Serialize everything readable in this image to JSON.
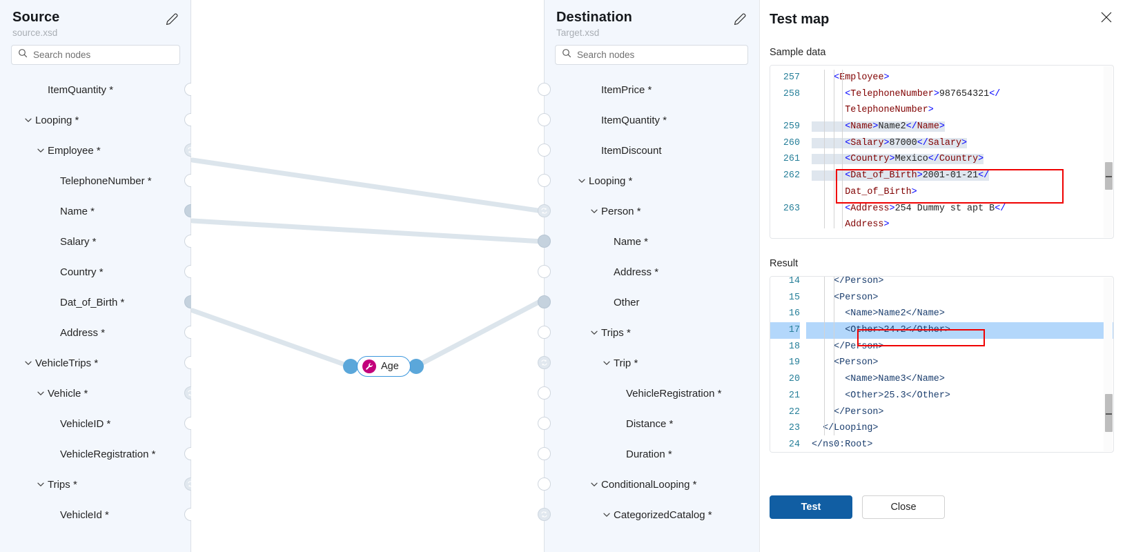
{
  "source_panel": {
    "title": "Source",
    "subtitle": "source.xsd",
    "edit_icon": "pencil-icon",
    "search_placeholder": "Search nodes",
    "nodes": [
      {
        "label": "ItemQuantity *",
        "indent": 1,
        "expandable": false,
        "handle": "empty"
      },
      {
        "label": "Looping *",
        "indent": 0,
        "expandable": true,
        "handle": "empty"
      },
      {
        "label": "Employee *",
        "indent": 1,
        "expandable": true,
        "handle": "loop"
      },
      {
        "label": "TelephoneNumber *",
        "indent": 2,
        "expandable": false,
        "handle": "empty"
      },
      {
        "label": "Name *",
        "indent": 2,
        "expandable": false,
        "handle": "filled"
      },
      {
        "label": "Salary *",
        "indent": 2,
        "expandable": false,
        "handle": "empty"
      },
      {
        "label": "Country *",
        "indent": 2,
        "expandable": false,
        "handle": "empty"
      },
      {
        "label": "Dat_of_Birth *",
        "indent": 2,
        "expandable": false,
        "handle": "filled"
      },
      {
        "label": "Address *",
        "indent": 2,
        "expandable": false,
        "handle": "empty"
      },
      {
        "label": "VehicleTrips *",
        "indent": 0,
        "expandable": true,
        "handle": "empty"
      },
      {
        "label": "Vehicle *",
        "indent": 1,
        "expandable": true,
        "handle": "loop"
      },
      {
        "label": "VehicleID *",
        "indent": 2,
        "expandable": false,
        "handle": "empty"
      },
      {
        "label": "VehicleRegistration *",
        "indent": 2,
        "expandable": false,
        "handle": "empty"
      },
      {
        "label": "Trips *",
        "indent": 1,
        "expandable": true,
        "handle": "loop"
      },
      {
        "label": "VehicleId *",
        "indent": 2,
        "expandable": false,
        "handle": "empty"
      }
    ]
  },
  "destination_panel": {
    "title": "Destination",
    "subtitle": "Target.xsd",
    "edit_icon": "pencil-icon",
    "search_placeholder": "Search nodes",
    "nodes": [
      {
        "label": "ItemPrice *",
        "indent": 1,
        "expandable": false,
        "handle": "empty"
      },
      {
        "label": "ItemQuantity *",
        "indent": 1,
        "expandable": false,
        "handle": "empty"
      },
      {
        "label": "ItemDiscount",
        "indent": 1,
        "expandable": false,
        "handle": "empty"
      },
      {
        "label": "Looping *",
        "indent": 0,
        "expandable": true,
        "handle": "empty"
      },
      {
        "label": "Person *",
        "indent": 1,
        "expandable": true,
        "handle": "loop"
      },
      {
        "label": "Name *",
        "indent": 2,
        "expandable": false,
        "handle": "filled"
      },
      {
        "label": "Address *",
        "indent": 2,
        "expandable": false,
        "handle": "empty"
      },
      {
        "label": "Other",
        "indent": 2,
        "expandable": false,
        "handle": "filled"
      },
      {
        "label": "Trips *",
        "indent": 1,
        "expandable": true,
        "handle": "empty"
      },
      {
        "label": "Trip *",
        "indent": 2,
        "expandable": true,
        "handle": "loop"
      },
      {
        "label": "VehicleRegistration *",
        "indent": 3,
        "expandable": false,
        "handle": "empty"
      },
      {
        "label": "Distance *",
        "indent": 3,
        "expandable": false,
        "handle": "empty"
      },
      {
        "label": "Duration *",
        "indent": 3,
        "expandable": false,
        "handle": "empty"
      },
      {
        "label": "ConditionalLooping *",
        "indent": 1,
        "expandable": true,
        "handle": "empty"
      },
      {
        "label": "CategorizedCatalog *",
        "indent": 2,
        "expandable": true,
        "handle": "loop"
      }
    ]
  },
  "canvas": {
    "function_node": {
      "label": "Age",
      "icon": "wrench-icon",
      "icon_color": "#c2007b",
      "border_color": "#3a96dd",
      "port_color": "#5ba7da"
    },
    "connection_color": "#dce5ec"
  },
  "test_map": {
    "title": "Test map",
    "close_icon": "close-icon",
    "sample_data_label": "Sample data",
    "result_label": "Result",
    "sample_lines": [
      {
        "num": "257",
        "indent": 2,
        "parts": [
          {
            "t": "ang",
            "v": "<"
          },
          {
            "t": "tag",
            "v": "Employee"
          },
          {
            "t": "ang",
            "v": ">"
          }
        ]
      },
      {
        "num": "258",
        "indent": 3,
        "parts": [
          {
            "t": "ang",
            "v": "<"
          },
          {
            "t": "tag",
            "v": "TelephoneNumber"
          },
          {
            "t": "ang",
            "v": ">"
          },
          {
            "t": "txt",
            "v": "987654321"
          },
          {
            "t": "ang",
            "v": "</"
          }
        ]
      },
      {
        "num": "",
        "indent": 3,
        "parts": [
          {
            "t": "tag",
            "v": "TelephoneNumber"
          },
          {
            "t": "ang",
            "v": ">"
          }
        ]
      },
      {
        "num": "259",
        "indent": 3,
        "sel": true,
        "parts": [
          {
            "t": "ang",
            "v": "<"
          },
          {
            "t": "tag",
            "v": "Name"
          },
          {
            "t": "ang",
            "v": ">"
          },
          {
            "t": "txt",
            "v": "Name2"
          },
          {
            "t": "ang",
            "v": "</"
          },
          {
            "t": "tag",
            "v": "Name"
          },
          {
            "t": "ang",
            "v": ">"
          }
        ]
      },
      {
        "num": "260",
        "indent": 3,
        "sel": true,
        "parts": [
          {
            "t": "ang",
            "v": "<"
          },
          {
            "t": "tag",
            "v": "Salary"
          },
          {
            "t": "ang",
            "v": ">"
          },
          {
            "t": "txt",
            "v": "87000"
          },
          {
            "t": "ang",
            "v": "</"
          },
          {
            "t": "tag",
            "v": "Salary"
          },
          {
            "t": "ang",
            "v": ">"
          }
        ]
      },
      {
        "num": "261",
        "indent": 3,
        "sel": true,
        "parts": [
          {
            "t": "ang",
            "v": "<"
          },
          {
            "t": "tag",
            "v": "Country"
          },
          {
            "t": "ang",
            "v": ">"
          },
          {
            "t": "txt",
            "v": "Mexico"
          },
          {
            "t": "ang",
            "v": "</"
          },
          {
            "t": "tag",
            "v": "Country"
          },
          {
            "t": "ang",
            "v": ">"
          }
        ]
      },
      {
        "num": "262",
        "indent": 3,
        "sel": true,
        "parts": [
          {
            "t": "ang",
            "v": "<"
          },
          {
            "t": "tag",
            "v": "Dat_of_Birth"
          },
          {
            "t": "ang",
            "v": ">"
          },
          {
            "t": "txt",
            "v": "2001-01-21"
          },
          {
            "t": "ang",
            "v": "</"
          }
        ]
      },
      {
        "num": "",
        "indent": 3,
        "parts": [
          {
            "t": "tag",
            "v": "Dat_of_Birth"
          },
          {
            "t": "ang",
            "v": ">"
          }
        ]
      },
      {
        "num": "263",
        "indent": 3,
        "parts": [
          {
            "t": "ang",
            "v": "<"
          },
          {
            "t": "tag",
            "v": "Address"
          },
          {
            "t": "ang",
            "v": ">"
          },
          {
            "t": "txt",
            "v": "254 Dummy st apt B"
          },
          {
            "t": "ang",
            "v": "</"
          }
        ]
      },
      {
        "num": "",
        "indent": 3,
        "parts": [
          {
            "t": "tag",
            "v": "Address"
          },
          {
            "t": "ang",
            "v": ">"
          }
        ]
      }
    ],
    "result_lines": [
      {
        "num": "14",
        "indent": 2,
        "text": "</Person>"
      },
      {
        "num": "15",
        "indent": 2,
        "text": "<Person>"
      },
      {
        "num": "16",
        "indent": 3,
        "text": "<Name>Name2</Name>"
      },
      {
        "num": "17",
        "indent": 3,
        "text": "<Other>24.2</Other>",
        "hl": true
      },
      {
        "num": "18",
        "indent": 2,
        "text": "</Person>"
      },
      {
        "num": "19",
        "indent": 2,
        "text": "<Person>"
      },
      {
        "num": "20",
        "indent": 3,
        "text": "<Name>Name3</Name>"
      },
      {
        "num": "21",
        "indent": 3,
        "text": "<Other>25.3</Other>"
      },
      {
        "num": "22",
        "indent": 2,
        "text": "</Person>"
      },
      {
        "num": "23",
        "indent": 1,
        "text": "</Looping>"
      },
      {
        "num": "24",
        "indent": 0,
        "text": "</ns0:Root>"
      }
    ],
    "test_button": "Test",
    "close_button": "Close",
    "highlight_color": "#ef0000",
    "primary_color": "#115ea3"
  }
}
